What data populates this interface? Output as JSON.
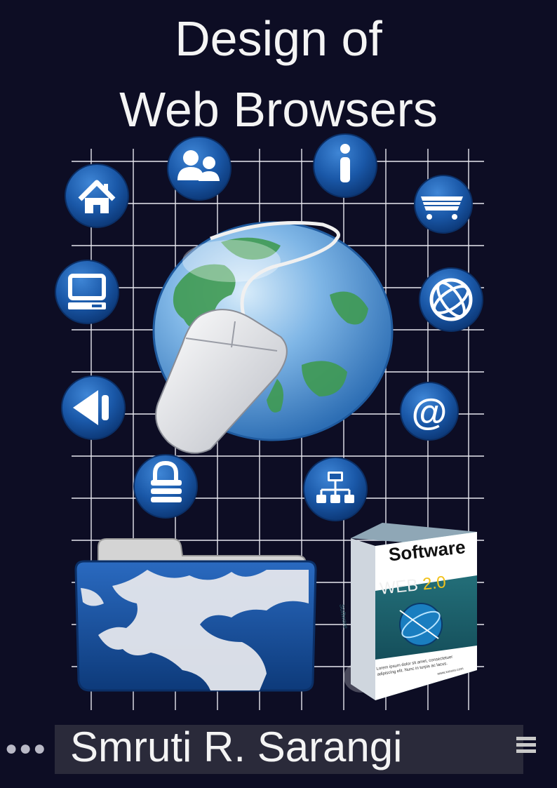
{
  "cover": {
    "title_line1": "Design of",
    "title_line2": "Web Browsers",
    "author": "Smruti R. Sarangi"
  },
  "software_box": {
    "brand": "Software",
    "web_label": "WEB ",
    "version": "2.0",
    "lorem_line1": "Lorem ipsum dolor sit amet, consectetuer",
    "lorem_line2": "adipiscing elit. Nunc in turpis ac lacus.",
    "url": "www.xxxxxx.com",
    "side_text": "Software"
  },
  "icons": [
    "home-icon",
    "users-icon",
    "info-icon",
    "shopping-cart-icon",
    "computer-icon",
    "globe-icon",
    "back-arrow-icon",
    "at-sign-icon",
    "lock-icon",
    "network-icon",
    "mouse-icon",
    "earth-globe",
    "folder-icon"
  ],
  "colors": {
    "background": "#0d0d24",
    "grid": "#e8e8f0",
    "icon_blue": "#1a58a8",
    "title": "#f4f4f4",
    "box_green": "#1a5e6a"
  }
}
